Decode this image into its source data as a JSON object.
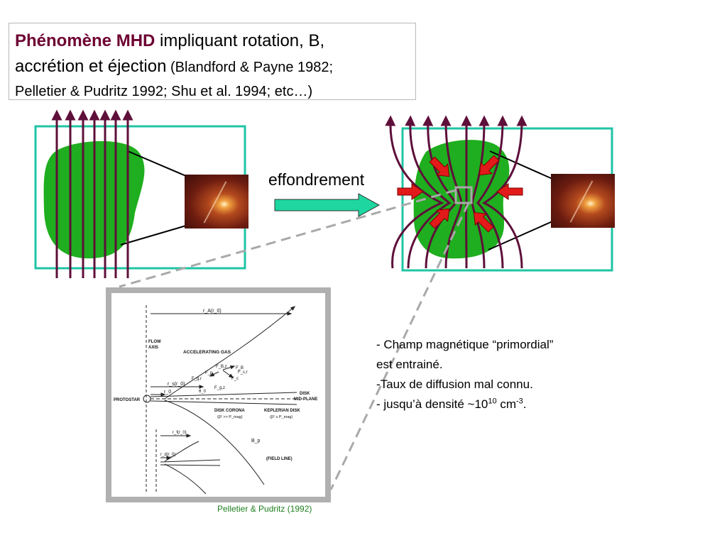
{
  "title": {
    "mhd": "Phénomène MHD",
    "part1": " impliquant rotation, B,",
    "part2": "accrétion et éjection",
    "refs1": " (Blandford & Payne 1982;",
    "refs2": "Pelletier & Pudritz 1992; Shu et al. 1994; etc…)"
  },
  "arrow_label": "effondrement",
  "bullets": {
    "line1": "- Champ magnétique “primordial”",
    "line2": "est entrainé.",
    "line3": "-Taux de diffusion mal connu.",
    "line4a": "- jusqu’à densité ~10",
    "line4exp": "10",
    "line4b": " cm",
    "line4exp2": "-3",
    "line4c": "."
  },
  "figure": {
    "caption": "Pelletier & Pudritz (1992)",
    "labels": {
      "rA": "r_A(r_0)",
      "flow_axis1": "FLOW",
      "flow_axis2": "AXIS",
      "accelerating_gas": "ACCELERATING GAS",
      "Fgr": "F_g,r",
      "Fpr": "F_p",
      "FBz": "F_B,z",
      "FB": "F_B",
      "Fcr": "F_c,r",
      "Fc": "F_c",
      "Fgz": "F_g,z",
      "rs": "r_s(r_0)",
      "r0": "r_0",
      "theta": "θ_0",
      "protostar": "PROTOSTAR",
      "disk1": "DISK",
      "disk2": "MID-PLANE",
      "corona": "DISK CORONA",
      "corona_sub": "(β² >> P_mag)",
      "keplerian": "KEPLERIAN DISK",
      "keplerian_sub": "(β² ≤ P_mag)",
      "bp": "B_p",
      "field_line": "(FIELD LINE)",
      "rf": "r_f(r_0)",
      "rd": "r_d(r_0)"
    }
  },
  "colors": {
    "field_line": "#5e0f3a",
    "cloud": "#1fae1f",
    "frame": "#1fc4a4",
    "arrow_fill": "#1ed7a0",
    "force_arrow": "#e21a1a",
    "dashed": "#a9a9a9",
    "figure_frame": "#b0b0b0"
  }
}
